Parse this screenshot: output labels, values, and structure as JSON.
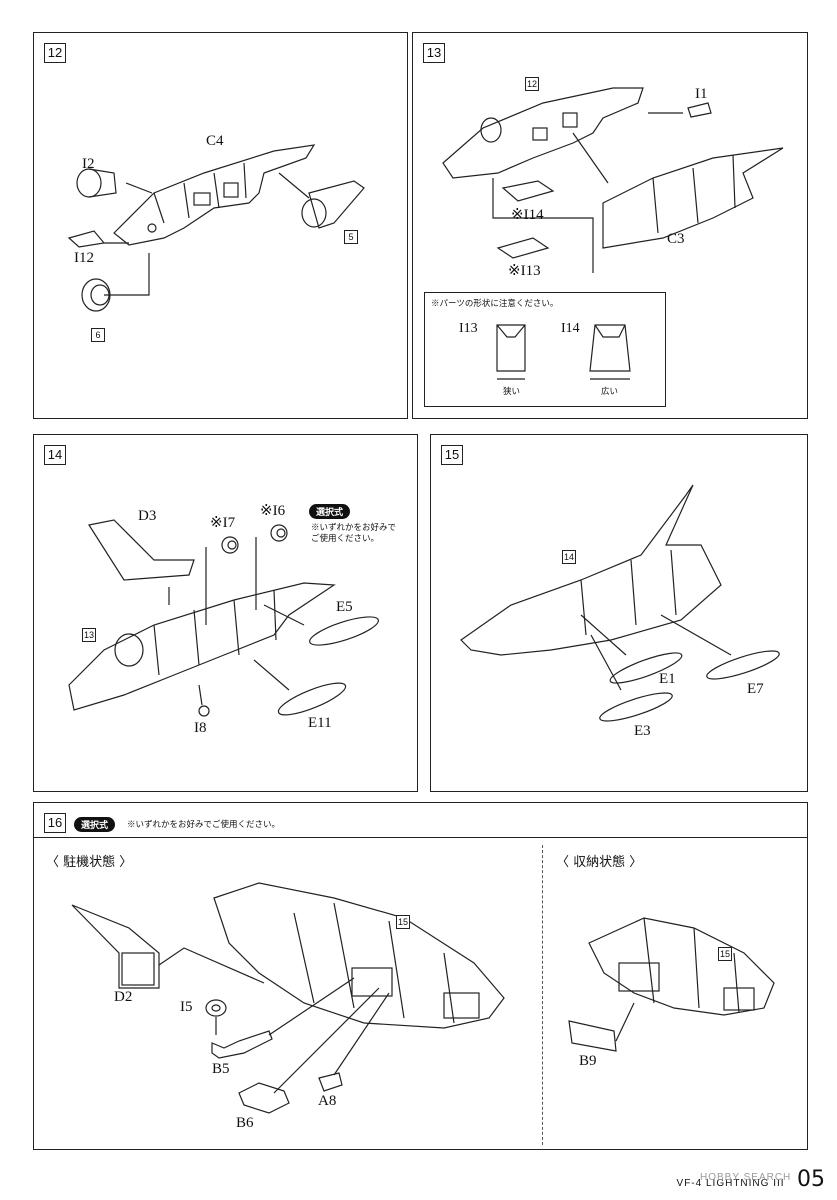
{
  "steps": {
    "s12": {
      "number": "12",
      "labels": {
        "c4": "C4",
        "i2": "I2",
        "i12": "I12"
      },
      "refs": [
        "5",
        "6"
      ]
    },
    "s13": {
      "number": "13",
      "labels": {
        "i1": "I1",
        "i14": "※I14",
        "i13": "※I13",
        "c3": "C3"
      },
      "refs": [
        "12"
      ],
      "caution": {
        "title": "※パーツの形状に注意ください。",
        "a_label": "I13",
        "b_label": "I14",
        "a_note": "狭い",
        "b_note": "広い"
      }
    },
    "s14": {
      "number": "14",
      "labels": {
        "d3": "D3",
        "i7": "※I7",
        "i6": "※I6",
        "e5": "E5",
        "i8": "I8",
        "e11": "E11"
      },
      "refs": [
        "13"
      ],
      "choice_tag": "選択式",
      "choice_note_1": "※いずれかをお好みで",
      "choice_note_2": "ご使用ください。"
    },
    "s15": {
      "number": "15",
      "labels": {
        "e1": "E1",
        "e7": "E7",
        "e3": "E3"
      },
      "refs": [
        "14"
      ]
    },
    "s16": {
      "number": "16",
      "choice_tag": "選択式",
      "choice_note": "※いずれかをお好みでご使用ください。",
      "left_heading": "〈 駐機状態 〉",
      "right_heading": "〈 収納状態 〉",
      "labels": {
        "d2": "D2",
        "i5": "I5",
        "b5": "B5",
        "b6": "B6",
        "a8": "A8",
        "b9": "B9"
      },
      "refs": [
        "15",
        "15"
      ]
    }
  },
  "footer": {
    "title": "VF-4 LIGHTNING III",
    "page": "05"
  },
  "watermark": "HOBBY SEARCH"
}
